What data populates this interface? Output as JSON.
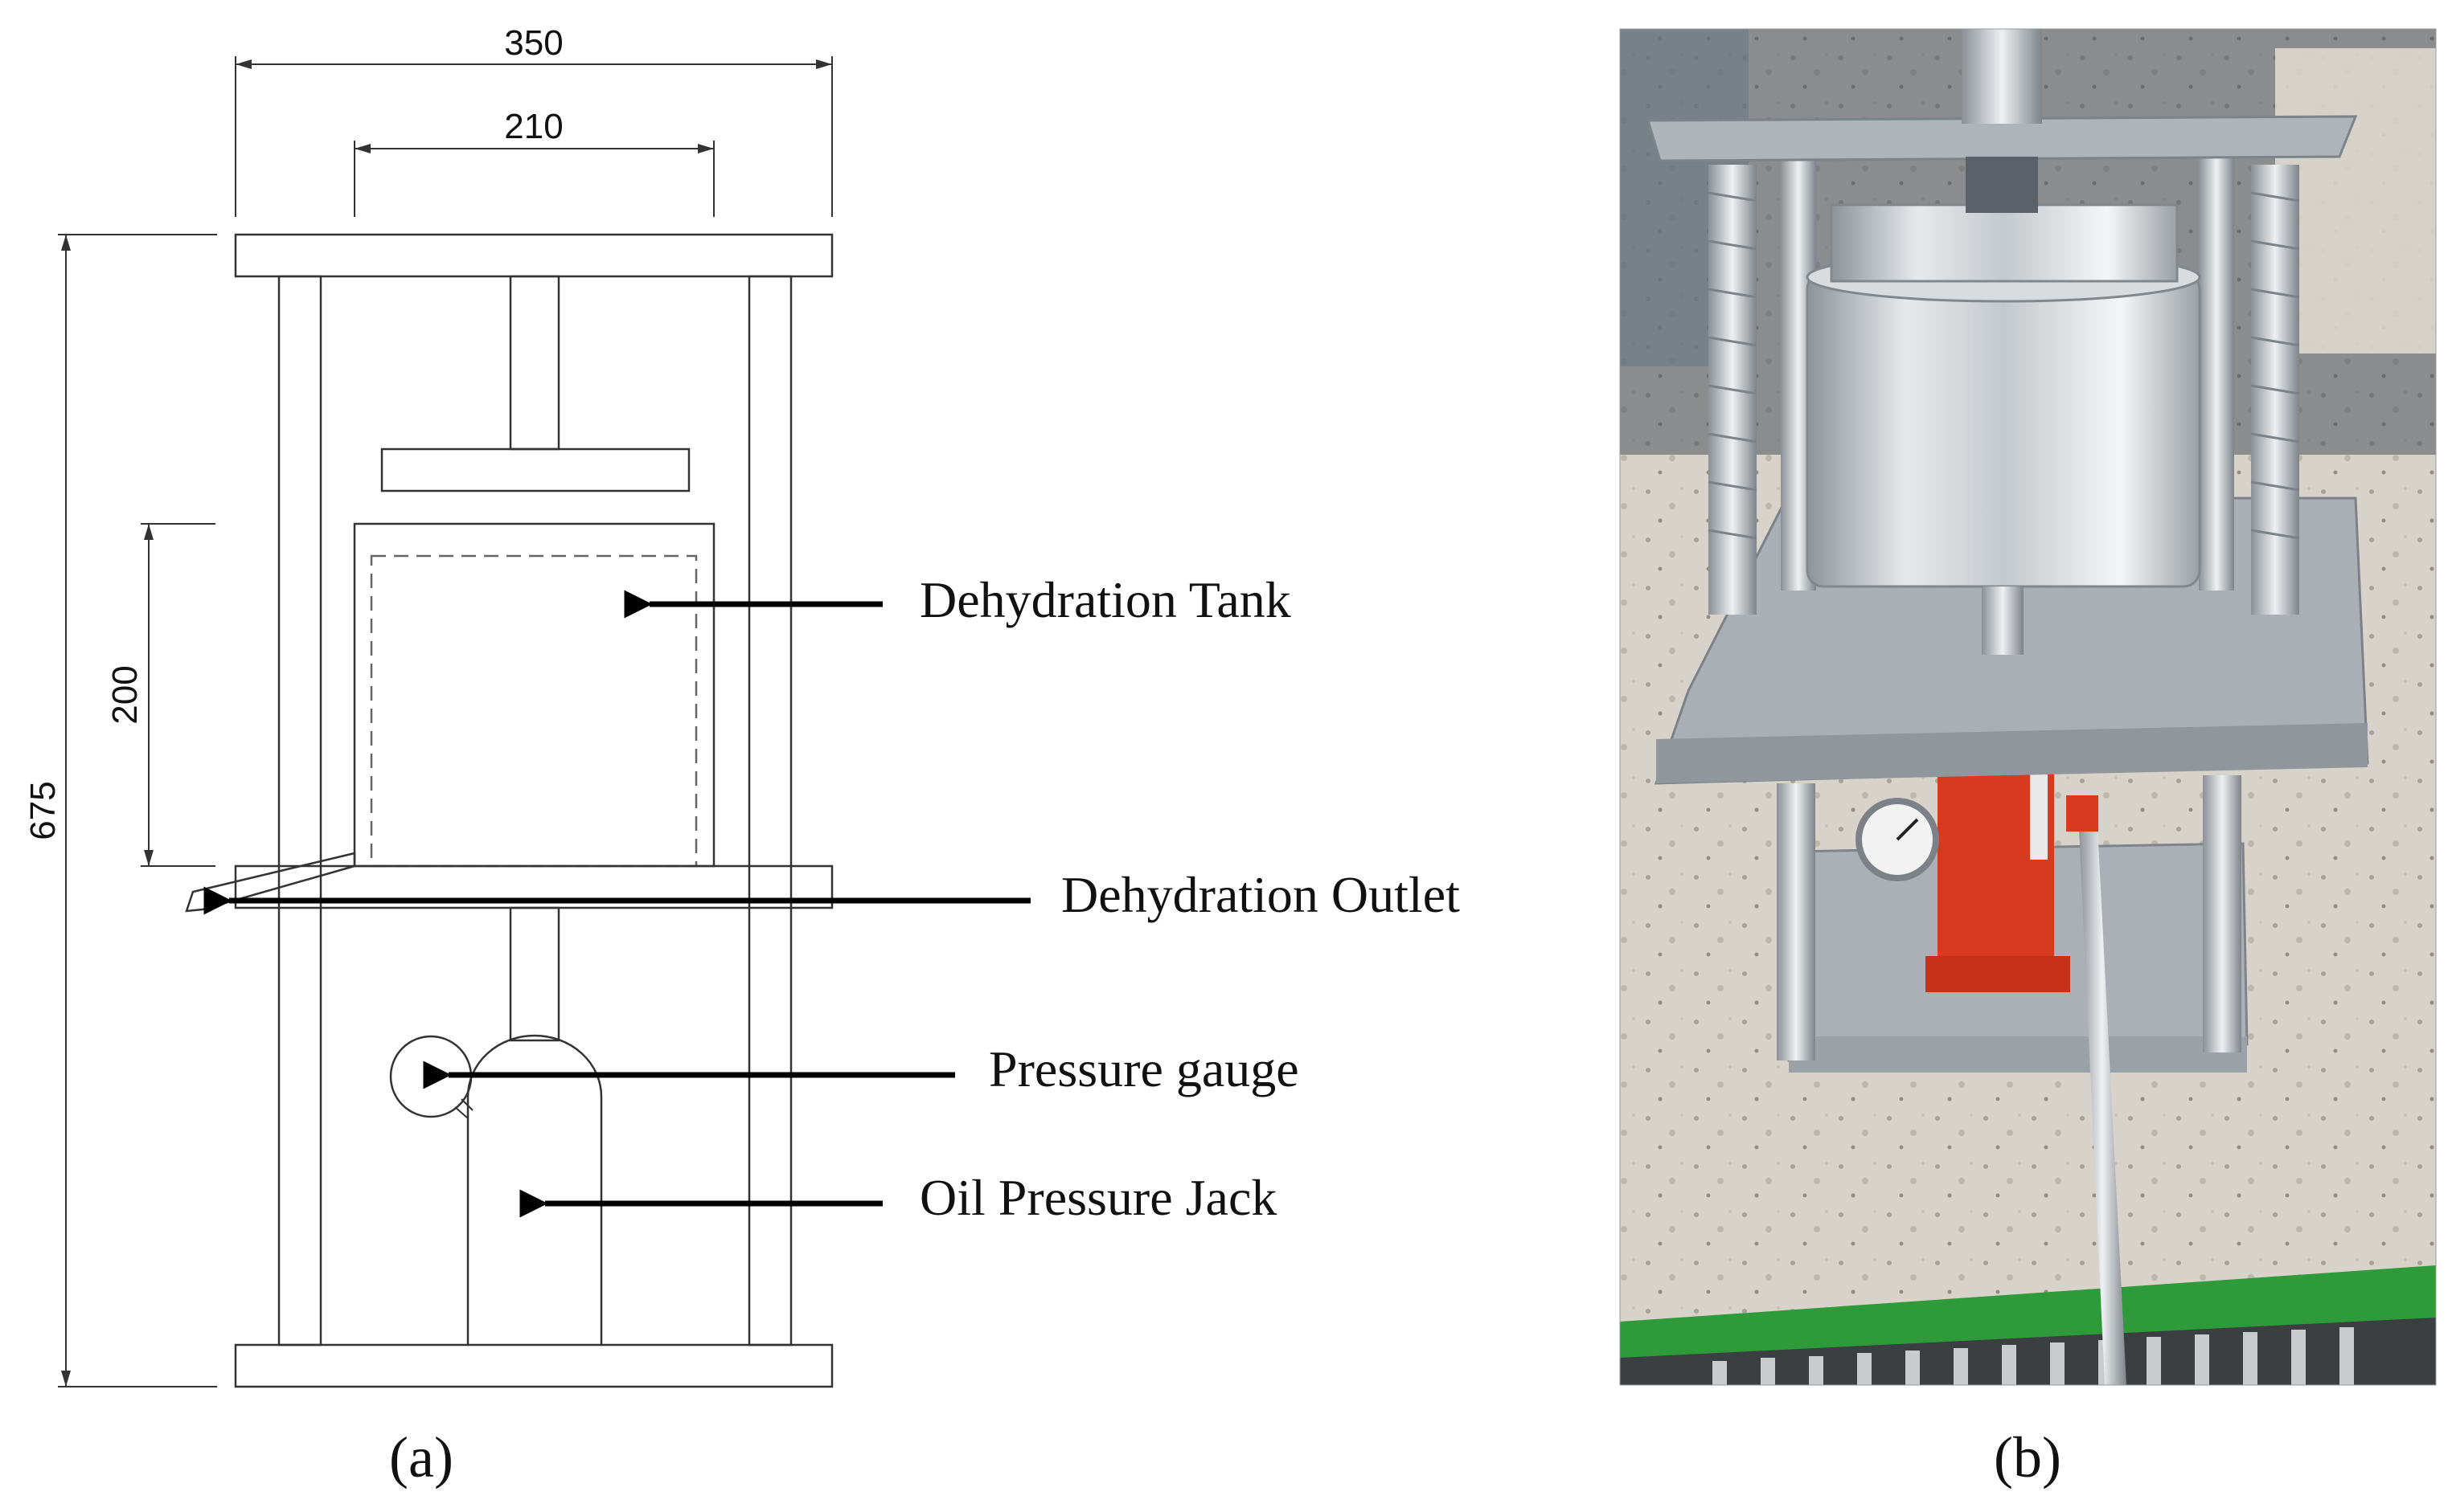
{
  "drawing": {
    "dimensions": {
      "outer_width": "350",
      "inner_width": "210",
      "tank_height": "200",
      "total_height": "675"
    },
    "labels": {
      "tank": "Dehydration Tank",
      "outlet": "Dehydration Outlet",
      "gauge": "Pressure gauge",
      "jack": "Oil Pressure Jack"
    }
  },
  "captions": {
    "left": "(a)",
    "right": "(b)"
  },
  "colors": {
    "line": "#333333",
    "jack_red": "#d83a1f",
    "metal": "#b9bec3",
    "floor": "#d9d4cc",
    "green_strip": "#2f9a3a"
  }
}
